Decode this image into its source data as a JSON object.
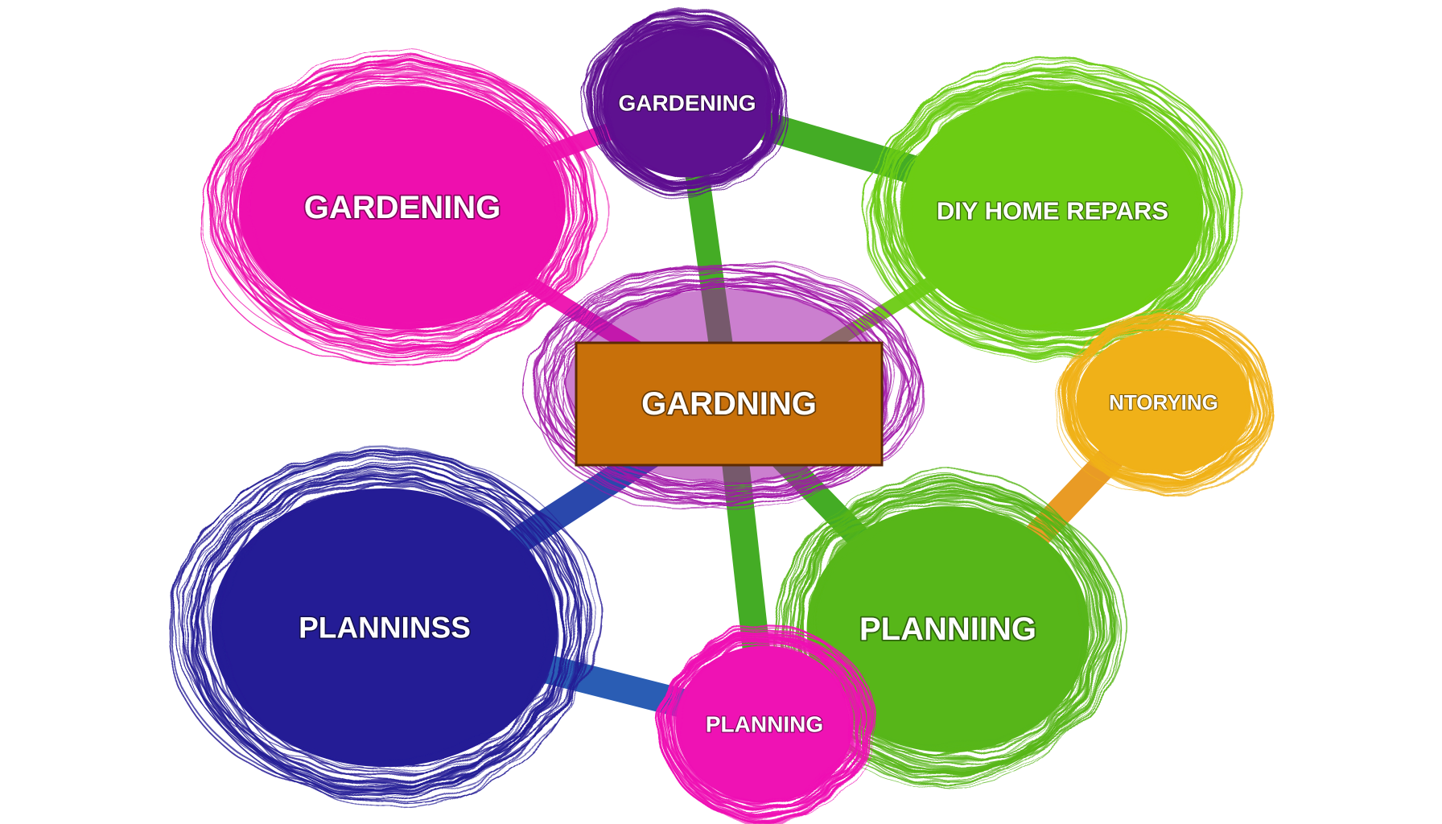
{
  "diagram": {
    "center": {
      "label": "GARDNING",
      "color": "#c8700a"
    },
    "nodes": [
      {
        "id": "gardening-top",
        "label": "GARDENING",
        "color": "#5e1190",
        "text_color": "#ffffff"
      },
      {
        "id": "gardening-left",
        "label": "GARDENING",
        "color": "#ee0fae",
        "text_color": "#ffffff"
      },
      {
        "id": "diy-home-repairs",
        "label": "DIY HOME REPARS",
        "color": "#6ccc14",
        "text_color": "#ffffff"
      },
      {
        "id": "center-ring",
        "label": "",
        "color": "#a116a8",
        "text_color": "#ffffff"
      },
      {
        "id": "ntorying",
        "label": "NTORYING",
        "color": "#f0b118",
        "text_color": "#ffffff"
      },
      {
        "id": "planninss",
        "label": "PLANNINSS",
        "color": "#241c95",
        "text_color": "#ffffff"
      },
      {
        "id": "planniing",
        "label": "PLANNIING",
        "color": "#57b619",
        "text_color": "#ffffff"
      },
      {
        "id": "planning-bottom",
        "label": "PLANNING",
        "color": "#ef12b4",
        "text_color": "#ffffff"
      }
    ],
    "connectors": [
      {
        "from": "gardening-left",
        "to": "gardening-top",
        "color": "#ee0fae"
      },
      {
        "from": "gardening-left",
        "to": "center",
        "color": "#ee0fae"
      },
      {
        "from": "gardening-top",
        "to": "center",
        "color": "#3aa81a"
      },
      {
        "from": "gardening-top",
        "to": "diy-home-repairs",
        "color": "#3aa81a"
      },
      {
        "from": "diy-home-repairs",
        "to": "center",
        "color": "#6ccc14"
      },
      {
        "from": "center",
        "to": "planninss",
        "color": "#1f3fa8"
      },
      {
        "from": "center",
        "to": "planning-bottom",
        "color": "#3aa81a"
      },
      {
        "from": "center",
        "to": "planniing",
        "color": "#3aa81a"
      },
      {
        "from": "ntorying",
        "to": "planniing",
        "color": "#e8961a"
      },
      {
        "from": "planninss",
        "to": "planning-bottom",
        "color": "#1f55b0"
      }
    ]
  }
}
